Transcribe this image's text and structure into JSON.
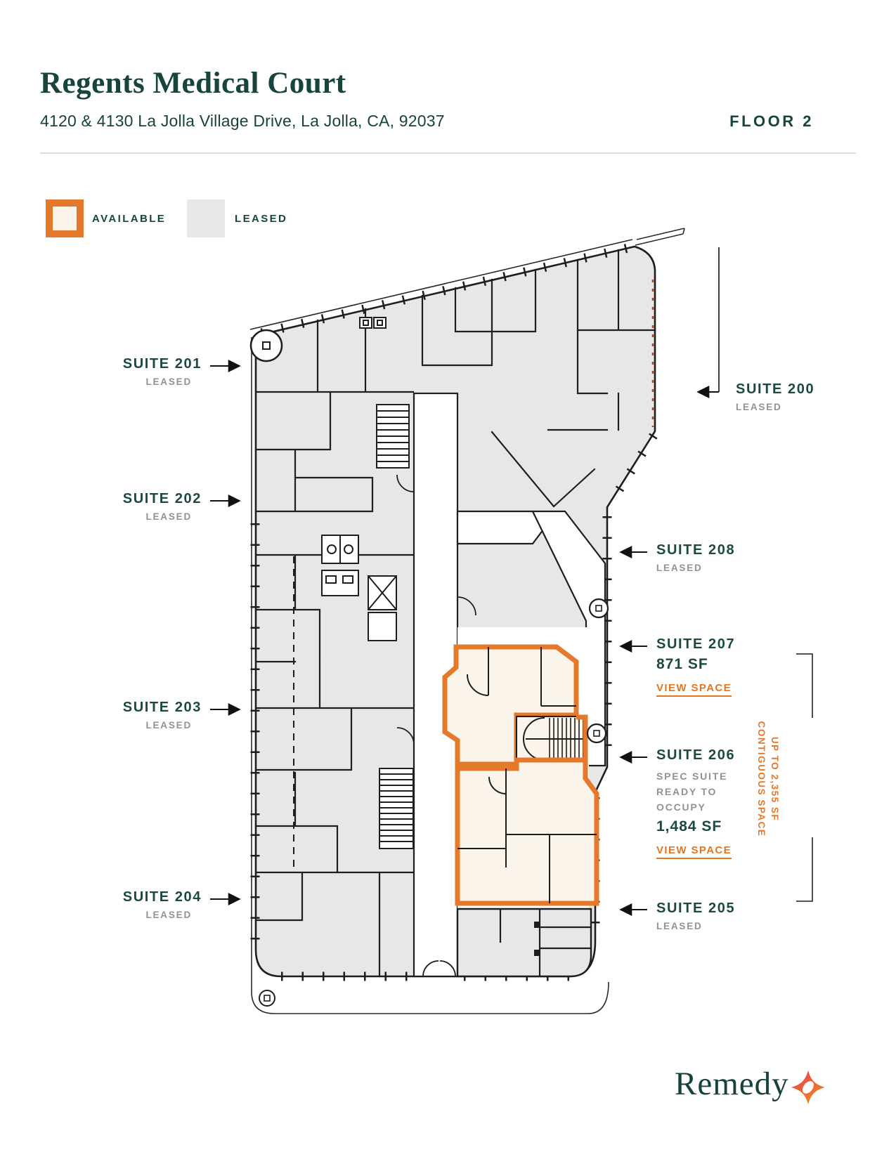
{
  "header": {
    "title": "Regents Medical Court",
    "address": "4120 & 4130 La Jolla Village Drive, La Jolla, CA, 92037",
    "floor_label": "FLOOR 2"
  },
  "legend": {
    "available": "AVAILABLE",
    "leased": "LEASED"
  },
  "suites": {
    "s201": {
      "name": "SUITE 201",
      "status": "LEASED"
    },
    "s200": {
      "name": "SUITE 200",
      "status": "LEASED"
    },
    "s202": {
      "name": "SUITE 202",
      "status": "LEASED"
    },
    "s208": {
      "name": "SUITE 208",
      "status": "LEASED"
    },
    "s207": {
      "name": "SUITE 207",
      "size": "871 SF",
      "link": "VIEW SPACE"
    },
    "s203": {
      "name": "SUITE 203",
      "status": "LEASED"
    },
    "s206": {
      "name": "SUITE 206",
      "note_line1": "SPEC SUITE",
      "note_line2": "READY TO",
      "note_line3": "OCCUPY",
      "size": "1,484 SF",
      "link": "VIEW SPACE"
    },
    "s204": {
      "name": "SUITE 204",
      "status": "LEASED"
    },
    "s205": {
      "name": "SUITE 205",
      "status": "LEASED"
    }
  },
  "contiguous": {
    "line1": "UP TO 2,355 SF",
    "line2": "CONTIGUOUS SPACE"
  },
  "brand": {
    "name": "Remedy"
  },
  "colors": {
    "accent_orange": "#E5792B",
    "link_orange": "#E5751F",
    "brand_green": "#17443C",
    "muted_gray": "#8E9492",
    "leased_fill": "#E7E7E5",
    "available_fill": "#FBF4EA"
  }
}
